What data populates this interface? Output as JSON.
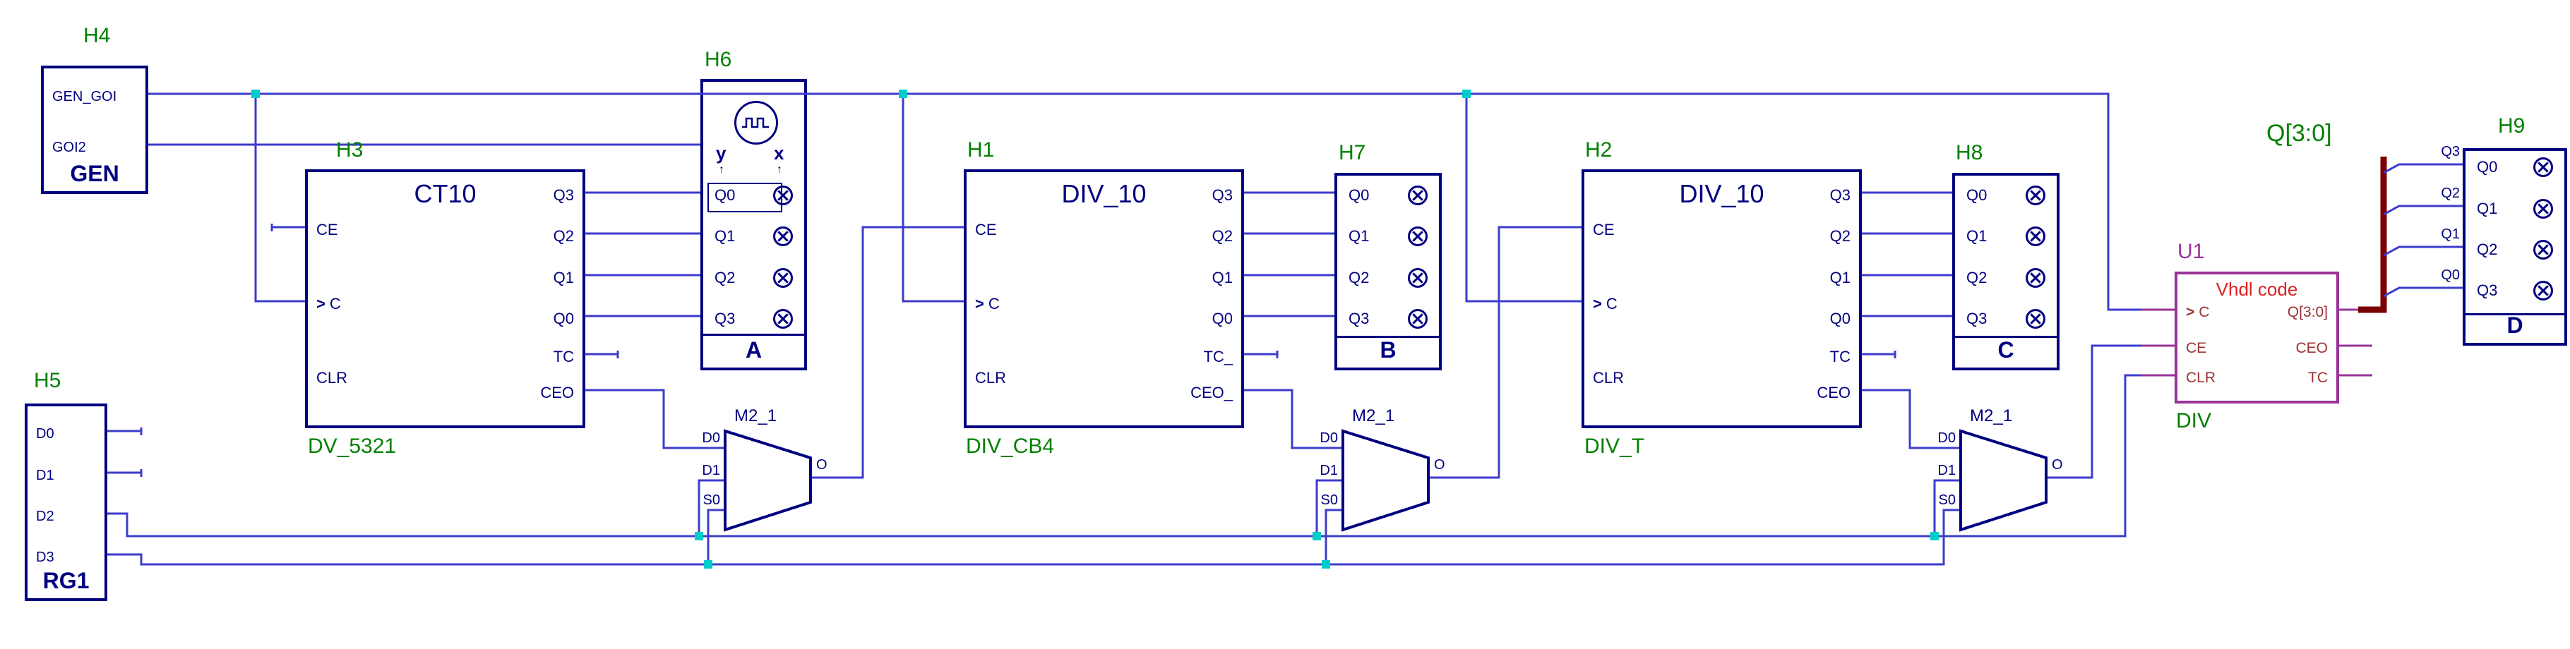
{
  "colors": {
    "background": "#ffffff",
    "symbol_outline": "#000080",
    "wire": "#3c3ccc",
    "junction": "#00cccc",
    "label_green": "#008000",
    "u1_outline": "#993399",
    "u1_title_red": "#dd2222",
    "u1_pin_text": "#993333",
    "bus_maroon": "#7b0000"
  },
  "icons": {
    "clock_chevron": ">",
    "input_arrow": "↑"
  },
  "components": {
    "gen": {
      "ref": "H4",
      "pins": [
        "GEN_GOI",
        "GOI2"
      ],
      "name": "GEN"
    },
    "rg1": {
      "ref": "H5",
      "pins": [
        "D0",
        "D1",
        "D2",
        "D3"
      ],
      "name": "RG1"
    },
    "ct10": {
      "ref": "H3",
      "type": "CT10",
      "pins_left": [
        "CE",
        "C",
        "CLR"
      ],
      "pins_right": [
        "Q3",
        "Q2",
        "Q1",
        "Q0",
        "TC",
        "CEO"
      ],
      "instance": "DV_5321"
    },
    "scope_a": {
      "ref": "H6",
      "channels": [
        "y",
        "x"
      ],
      "rows": [
        "Q0",
        "Q1",
        "Q2",
        "Q3"
      ],
      "name": "A"
    },
    "div1": {
      "ref": "H1",
      "type": "DIV_10",
      "pins_left": [
        "CE",
        "C",
        "CLR"
      ],
      "pins_right": [
        "Q3",
        "Q2",
        "Q1",
        "Q0",
        "TC_",
        "CEO_"
      ],
      "instance": "DIV_CB4"
    },
    "probe_b": {
      "ref": "H7",
      "rows": [
        "Q0",
        "Q1",
        "Q2",
        "Q3"
      ],
      "name": "B"
    },
    "div2": {
      "ref": "H2",
      "type": "DIV_10",
      "pins_left": [
        "CE",
        "C",
        "CLR"
      ],
      "pins_right": [
        "Q3",
        "Q2",
        "Q1",
        "Q0",
        "TC",
        "CEO"
      ],
      "instance": "DIV_T"
    },
    "probe_c": {
      "ref": "H8",
      "rows": [
        "Q0",
        "Q1",
        "Q2",
        "Q3"
      ],
      "name": "C"
    },
    "u1": {
      "ref": "U1",
      "title": "Vhdl code",
      "pins_left": [
        "C",
        "CE",
        "CLR"
      ],
      "pins_right": [
        "Q[3:0]",
        "CEO",
        "TC"
      ],
      "instance": "DIV"
    },
    "probe_d": {
      "ref": "H9",
      "bus_bits": [
        "Q3",
        "Q2",
        "Q1",
        "Q0"
      ],
      "rows": [
        "Q0",
        "Q1",
        "Q2",
        "Q3"
      ],
      "name": "D"
    },
    "mux": {
      "label": "M2_1",
      "d0": "D0",
      "d1": "D1",
      "s0": "S0",
      "o": "O"
    }
  },
  "bus": {
    "label": "Q[3:0]"
  }
}
